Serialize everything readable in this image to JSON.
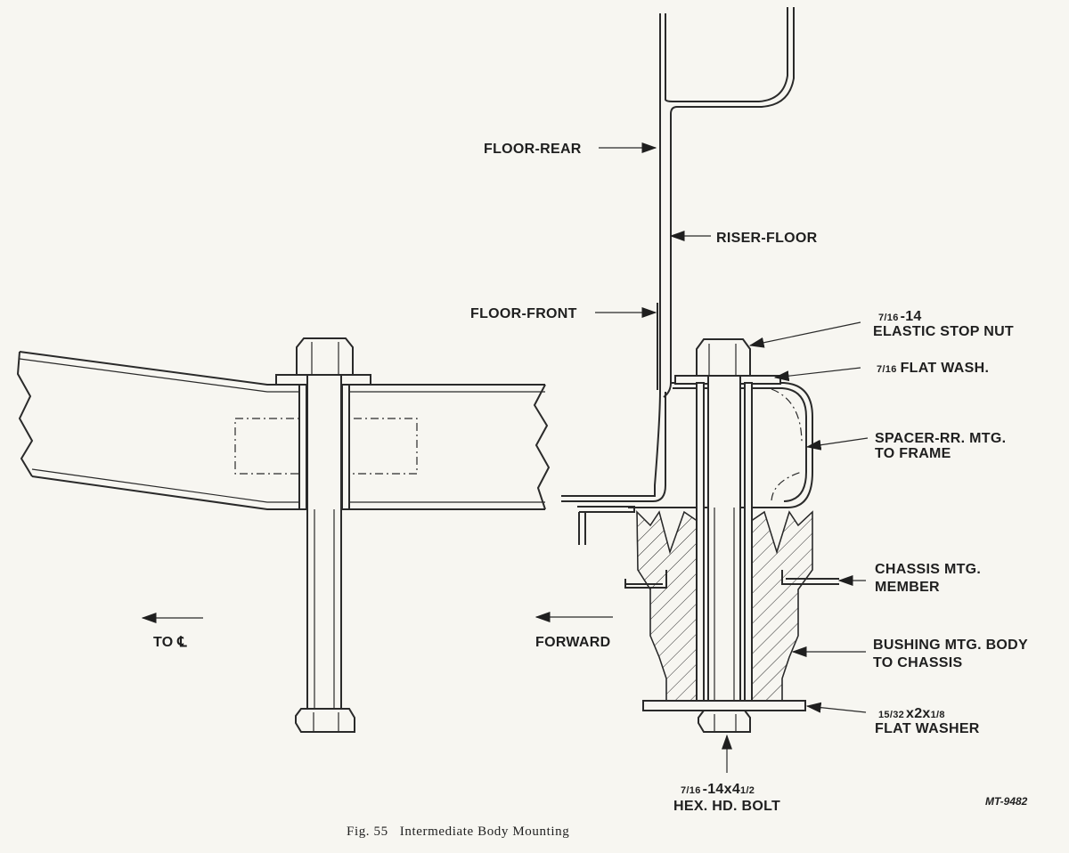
{
  "labels": {
    "floor_rear": "FLOOR-REAR",
    "riser_floor": "RISER-FLOOR",
    "floor_front": "FLOOR-FRONT",
    "stop_nut_size_frac": "7/16",
    "stop_nut_size_rest": "-14",
    "stop_nut_name": "ELASTIC STOP NUT",
    "flat_wash_frac": "7/16",
    "flat_wash_name": "FLAT WASH.",
    "spacer_line1": "SPACER-RR. MTG.",
    "spacer_line2": "TO FRAME",
    "chassis_line1": "CHASSIS MTG.",
    "chassis_line2": "MEMBER",
    "bushing_line1": "BUSHING MTG. BODY",
    "bushing_line2": "TO CHASSIS",
    "washer_size_frac1": "15/32",
    "washer_size_rest1": "x2x",
    "washer_size_frac2": "1/8",
    "washer_name": "FLAT WASHER",
    "bolt_size_frac1": "7/16",
    "bolt_size_rest1": "-14x4",
    "bolt_size_frac2": "1/2",
    "bolt_name": "HEX. HD. BOLT",
    "to_centerline": "TO ℄",
    "forward": "FORWARD"
  },
  "caption": "Fig. 55   Intermediate Body Mounting",
  "drawing_code": "MT-9482"
}
